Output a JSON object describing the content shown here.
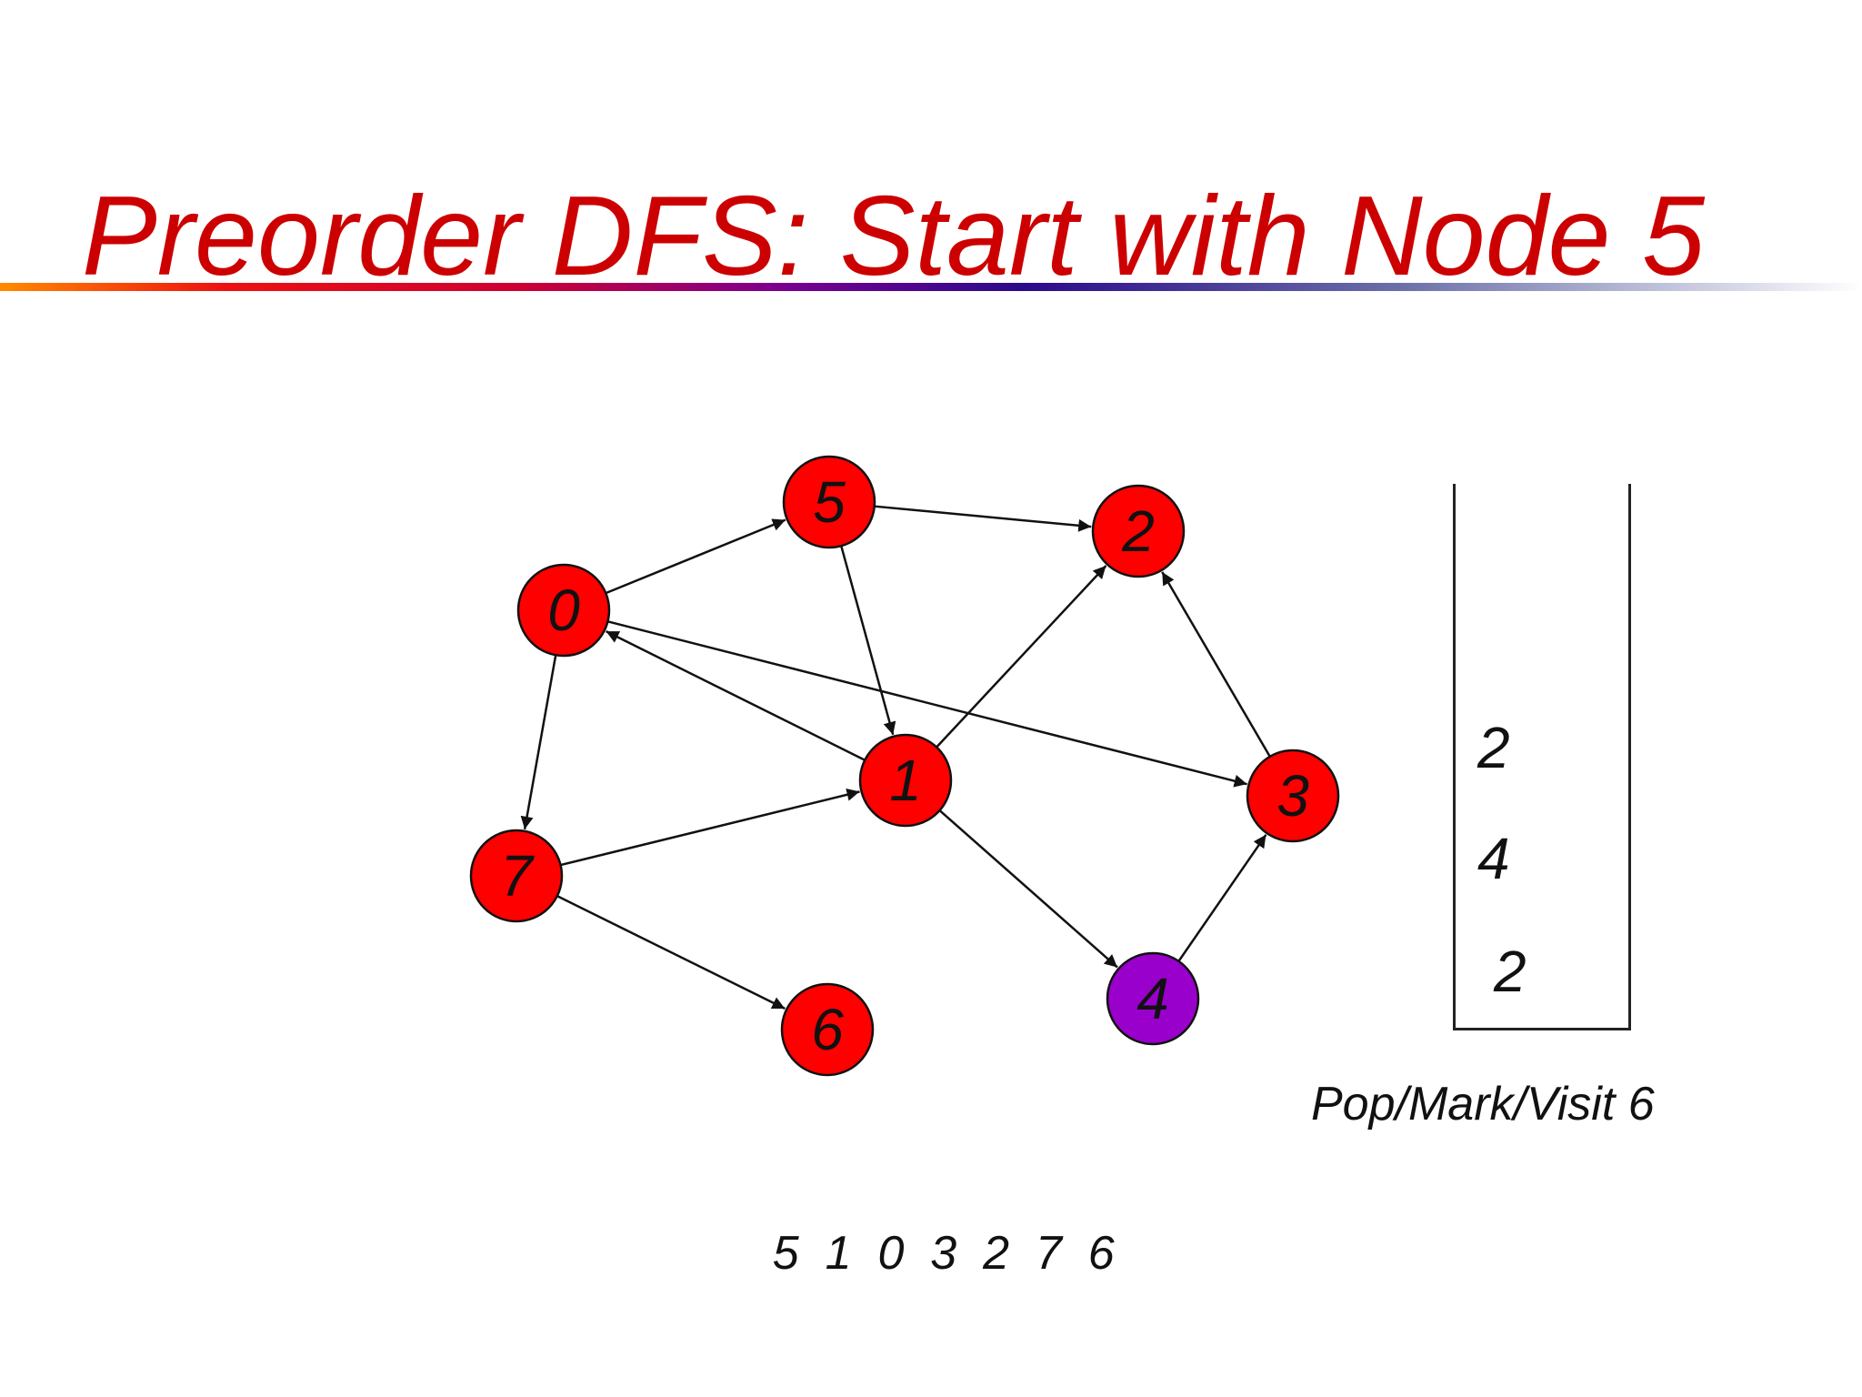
{
  "slide": {
    "title": "Preorder DFS: Start with Node 5",
    "title_color": "#cc0000"
  },
  "colors": {
    "node_fill": "#ff0000",
    "current_node_fill": "#9900cc",
    "edge": "#111111"
  },
  "graph": {
    "nodes": [
      {
        "id": "5",
        "label": "5",
        "state": "visited"
      },
      {
        "id": "2",
        "label": "2",
        "state": "visited"
      },
      {
        "id": "0",
        "label": "0",
        "state": "visited"
      },
      {
        "id": "1",
        "label": "1",
        "state": "visited"
      },
      {
        "id": "3",
        "label": "3",
        "state": "visited"
      },
      {
        "id": "7",
        "label": "7",
        "state": "visited"
      },
      {
        "id": "4",
        "label": "4",
        "state": "current"
      },
      {
        "id": "6",
        "label": "6",
        "state": "visited"
      }
    ],
    "edges": [
      {
        "from": "0",
        "to": "5"
      },
      {
        "from": "5",
        "to": "2"
      },
      {
        "from": "5",
        "to": "1"
      },
      {
        "from": "1",
        "to": "0"
      },
      {
        "from": "0",
        "to": "3"
      },
      {
        "from": "0",
        "to": "7"
      },
      {
        "from": "1",
        "to": "2"
      },
      {
        "from": "3",
        "to": "2"
      },
      {
        "from": "7",
        "to": "1"
      },
      {
        "from": "1",
        "to": "4"
      },
      {
        "from": "4",
        "to": "3"
      },
      {
        "from": "7",
        "to": "6"
      }
    ]
  },
  "stack": {
    "items": [
      "2",
      "4",
      "2"
    ]
  },
  "caption": "Pop/Mark/Visit 6",
  "visit_order": [
    "5",
    "1",
    "0",
    "3",
    "2",
    "7",
    "6"
  ]
}
